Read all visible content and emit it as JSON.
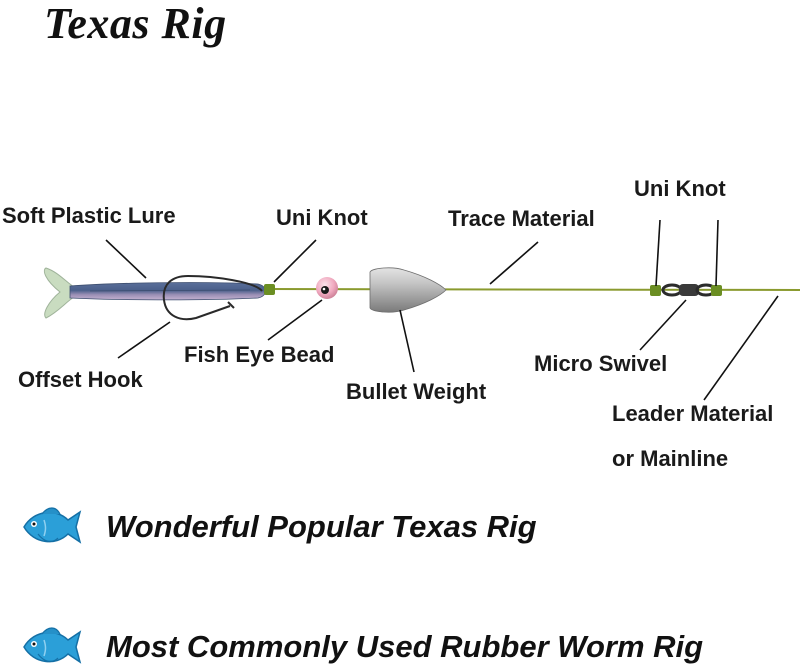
{
  "title": "Texas Rig",
  "labels": {
    "soft_plastic_lure": "Soft Plastic Lure",
    "uni_knot_left": "Uni Knot",
    "trace_material": "Trace Material",
    "uni_knot_right": "Uni Knot",
    "offset_hook": "Offset Hook",
    "fish_eye_bead": "Fish Eye Bead",
    "bullet_weight": "Bullet Weight",
    "micro_swivel": "Micro Swivel",
    "leader_line1": "Leader Material",
    "leader_line2": "or Mainline"
  },
  "taglines": [
    {
      "text": "Wonderful Popular Texas Rig",
      "icon": "fish-icon"
    },
    {
      "text": "Most Commonly Used Rubber Worm Rig",
      "icon": "fish-icon"
    }
  ],
  "colors": {
    "line": "#8a9a2e",
    "knot": "#6b8e23",
    "lure_top": "#4a5f8a",
    "lure_belly": "#b9a2c8",
    "lure_tail": "#c9dcc0",
    "bead": "#f0b8c8",
    "weight": "#b8b8b8",
    "fish": "#2b9fd8"
  }
}
